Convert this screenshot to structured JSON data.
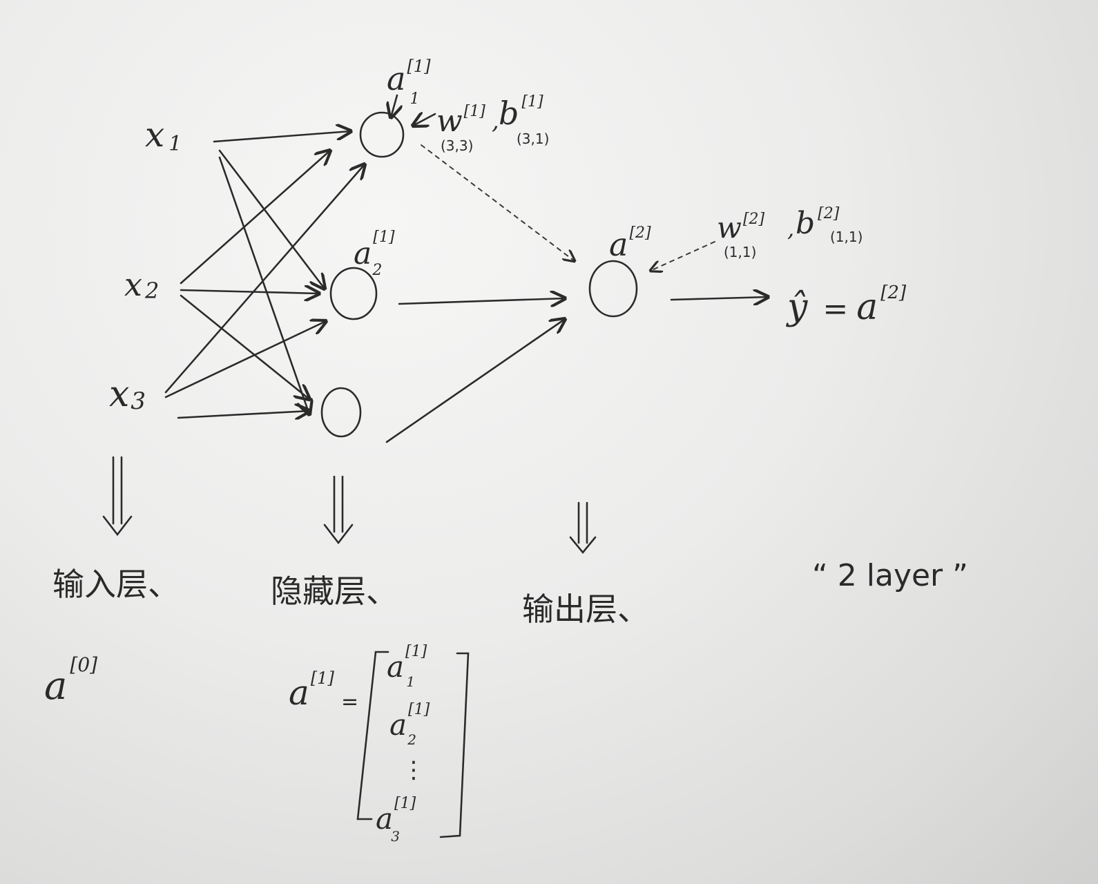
{
  "input_nodes": {
    "x1": {
      "base": "x",
      "sub": "1"
    },
    "x2": {
      "base": "x",
      "sub": "2"
    },
    "x3": {
      "base": "x",
      "sub": "3"
    }
  },
  "hidden_top": {
    "a_base": "a",
    "a_sup": "[1]",
    "a_sub": "1",
    "w_base": "w",
    "w_sup": "[1]",
    "w_shape": "(3,3)",
    "comma": ",",
    "b_base": "b",
    "b_sup": "[1]",
    "b_shape": "(3,1)"
  },
  "hidden_mid": {
    "a_base": "a",
    "a_sup": "[1]",
    "a_sub": "2"
  },
  "output_node": {
    "a_base": "a",
    "a_sup": "[2]",
    "w_base": "w",
    "w_sup": "[2]",
    "w_shape": "(1,1)",
    "comma": ",",
    "b_base": "b",
    "b_sup": "[2]",
    "b_shape": "(1,1)"
  },
  "prediction": {
    "yhat": "ŷ",
    "eq": "=",
    "a_base": "a",
    "a_sup": "[2]"
  },
  "layer_labels": {
    "input": "输入层、",
    "hidden": "隐藏层、",
    "output": "输出层、",
    "note": "“ 2 layer ”"
  },
  "input_vector": {
    "a_base": "a",
    "a_sup": "[0]"
  },
  "hidden_vector": {
    "lhs_base": "a",
    "lhs_sup": "[1]",
    "eq": "=",
    "rows": [
      {
        "base": "a",
        "sup": "[1]",
        "sub": "1"
      },
      {
        "base": "a",
        "sup": "[1]",
        "sub": "2"
      },
      {
        "base": "a",
        "sup": "[1]",
        "sub": "3"
      }
    ],
    "dots": "⋮"
  }
}
